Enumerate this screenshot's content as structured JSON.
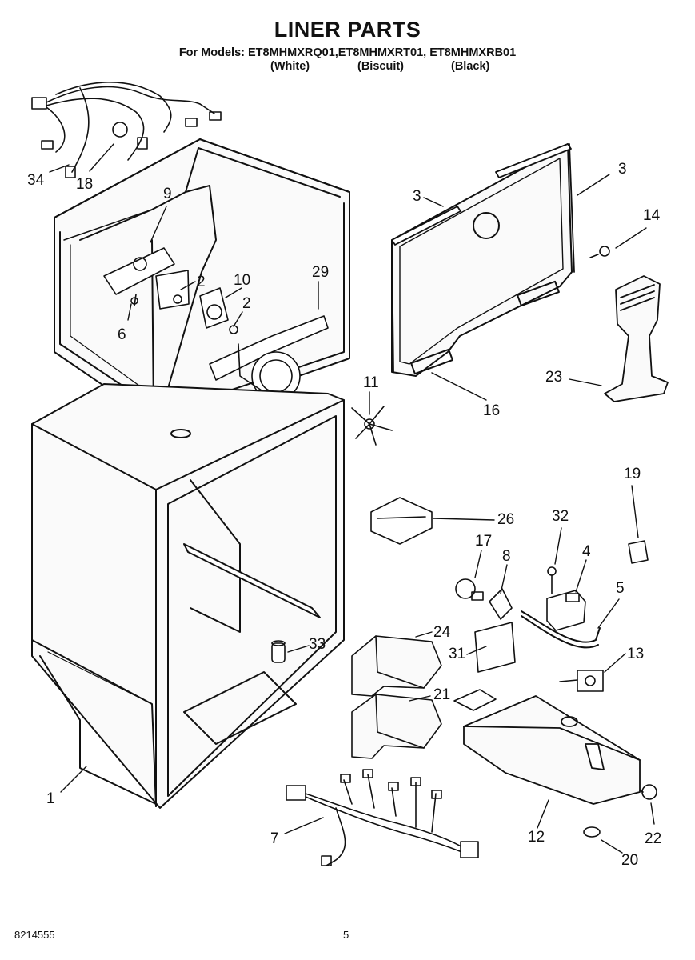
{
  "header": {
    "title": "LINER PARTS",
    "models_line": "For Models: ET8MHMXRQ01,ET8MHMXRT01, ET8MHMXRB01",
    "variants": [
      "(White)",
      "(Biscuit)",
      "(Black)"
    ]
  },
  "callouts": [
    {
      "id": "34",
      "label": "34"
    },
    {
      "id": "18",
      "label": "18"
    },
    {
      "id": "9",
      "label": "9"
    },
    {
      "id": "2a",
      "label": "2"
    },
    {
      "id": "10",
      "label": "10"
    },
    {
      "id": "2b",
      "label": "2"
    },
    {
      "id": "29",
      "label": "29"
    },
    {
      "id": "6",
      "label": "6"
    },
    {
      "id": "3a",
      "label": "3"
    },
    {
      "id": "3b",
      "label": "3"
    },
    {
      "id": "14",
      "label": "14"
    },
    {
      "id": "23",
      "label": "23"
    },
    {
      "id": "16",
      "label": "16"
    },
    {
      "id": "11",
      "label": "11"
    },
    {
      "id": "19",
      "label": "19"
    },
    {
      "id": "26",
      "label": "26"
    },
    {
      "id": "32",
      "label": "32"
    },
    {
      "id": "17",
      "label": "17"
    },
    {
      "id": "8",
      "label": "8"
    },
    {
      "id": "4",
      "label": "4"
    },
    {
      "id": "5",
      "label": "5"
    },
    {
      "id": "24",
      "label": "24"
    },
    {
      "id": "33",
      "label": "33"
    },
    {
      "id": "31",
      "label": "31"
    },
    {
      "id": "13",
      "label": "13"
    },
    {
      "id": "21",
      "label": "21"
    },
    {
      "id": "1",
      "label": "1"
    },
    {
      "id": "7",
      "label": "7"
    },
    {
      "id": "12",
      "label": "12"
    },
    {
      "id": "22",
      "label": "22"
    },
    {
      "id": "20",
      "label": "20"
    }
  ],
  "footer": {
    "doc_number": "8214555",
    "page_number": "5"
  }
}
